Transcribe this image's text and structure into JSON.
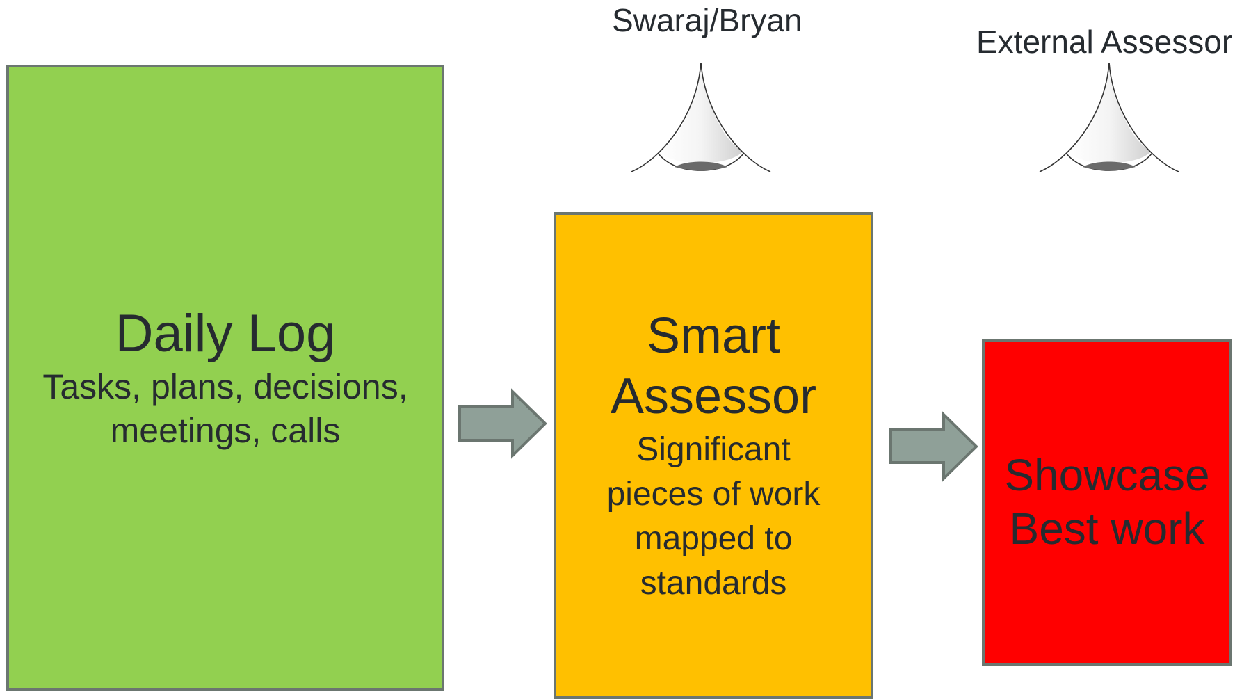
{
  "colors": {
    "log_fill": "#92d050",
    "smart_fill": "#ffc000",
    "showcase_fill": "#ff0000",
    "arrow_fill": "#8fa098",
    "border": "#6b7670",
    "text": "#262b30"
  },
  "stages": [
    {
      "title": "Daily Log",
      "subtitle_lines": [
        "Tasks, plans, decisions,",
        "meetings, calls"
      ]
    },
    {
      "title_lines": [
        "Smart",
        "Assessor"
      ],
      "subtitle_lines": [
        "Significant",
        "pieces of work",
        "mapped to",
        "standards"
      ]
    },
    {
      "title_lines": [
        "Showcase",
        "Best work"
      ]
    }
  ],
  "observers": [
    {
      "label": "Swaraj/Bryan",
      "icon": "eye-icon"
    },
    {
      "label": "External Assessor",
      "icon": "eye-icon"
    }
  ],
  "arrows": [
    {
      "icon": "right-arrow-icon"
    },
    {
      "icon": "right-arrow-icon"
    }
  ]
}
